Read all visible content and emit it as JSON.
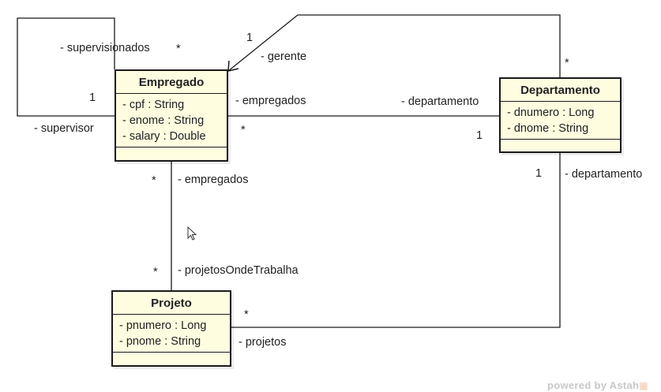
{
  "classes": {
    "empregado": {
      "name": "Empregado",
      "attributes": [
        "- cpf : String",
        "- enome : String",
        "- salary : Double"
      ]
    },
    "departamento": {
      "name": "Departamento",
      "attributes": [
        "- dnumero : Long",
        "- dnome : String"
      ]
    },
    "projeto": {
      "name": "Projeto",
      "attributes": [
        "- pnumero : Long",
        "- pnome : String"
      ]
    }
  },
  "associations": {
    "supervisao": {
      "role_a": "- supervisionados",
      "mult_a": "*",
      "role_b": "- supervisor",
      "mult_b": "1"
    },
    "gerencia": {
      "role_empregado": "- gerente",
      "mult_empregado": "1",
      "mult_departamento": "*"
    },
    "lotacao": {
      "role_empregado": "- empregados",
      "mult_empregado": "*",
      "role_departamento": "- departamento",
      "mult_departamento": "1"
    },
    "trabalha": {
      "role_empregado": "- empregados",
      "mult_empregado": "*",
      "role_projeto": "- projetosOndeTrabalha",
      "mult_projeto": "*"
    },
    "controla": {
      "role_departamento": "- departamento",
      "mult_departamento": "1",
      "role_projeto": "- projetos",
      "mult_projeto": "*"
    }
  },
  "watermark": {
    "text": "powered by Astah"
  },
  "colors": {
    "class_fill": "#fefde0",
    "line": "#1a1a1a",
    "watermark": "#c8c8c8"
  }
}
